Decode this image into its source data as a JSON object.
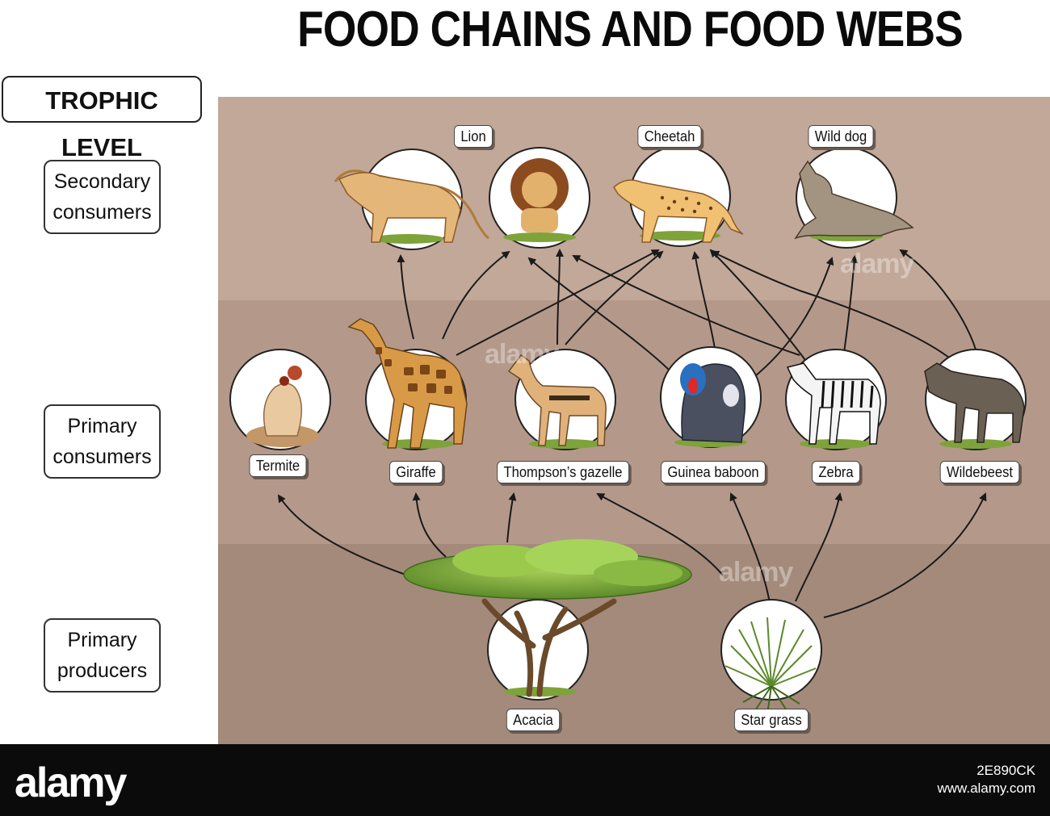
{
  "title": "FOOD CHAINS AND FOOD WEBS",
  "trophic_level": "TROPHIC LEVEL",
  "levels": [
    {
      "line1": "Secondary",
      "line2": "consumers"
    },
    {
      "line1": "Primary",
      "line2": "consumers"
    },
    {
      "line1": "Primary",
      "line2": "producers"
    }
  ],
  "organisms": {
    "lion": "Lion",
    "cheetah": "Cheetah",
    "wild_dog": "Wild dog",
    "termite": "Termite",
    "giraffe": "Giraffe",
    "gazelle": "Thompson’s gazelle",
    "baboon": "Guinea baboon",
    "zebra": "Zebra",
    "wildebeest": "Wildebeest",
    "acacia": "Acacia",
    "star_grass": "Star grass"
  },
  "band_colors": {
    "top": "#c2a898",
    "middle": "#b4998a",
    "bottom": "#a48a7b"
  },
  "watermark": "alamy",
  "footer": {
    "logo": "alamy",
    "image_id": "2E890CK",
    "image_id_line2": "www.alamy.com"
  }
}
